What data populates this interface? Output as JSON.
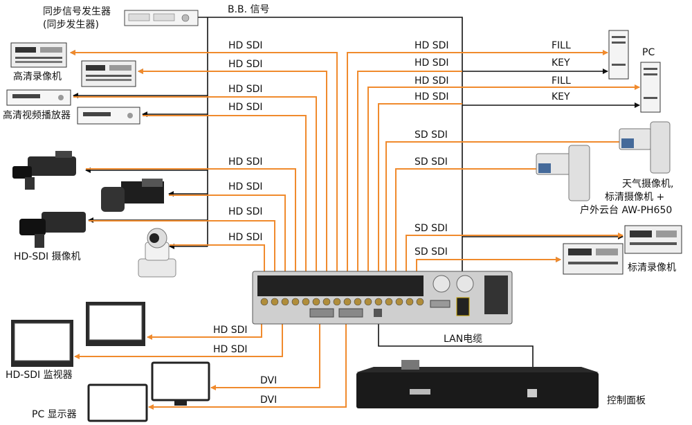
{
  "devices": {
    "sync_generator": {
      "line1": "同步信号发生器",
      "line2": "(同步发生器)"
    },
    "hd_recorder": "高清录像机",
    "hd_player": "高清视频播放器",
    "hd_sdi_camera": "HD-SDI 摄像机",
    "hd_sdi_monitor": "HD-SDI 监视器",
    "pc_display": "PC 显示器",
    "pc": "PC",
    "weather_camera": {
      "line1": "天气摄像机,",
      "line2": "标清摄像机 +",
      "line3": "户外云台 AW-PH650"
    },
    "sd_recorder": "标清录像机",
    "control_panel": "控制面板"
  },
  "signals": {
    "bb": "B.B. 信号",
    "hd_sdi": "HD SDI",
    "sd_sdi": "SD SDI",
    "dvi": "DVI",
    "lan": "LAN电缆",
    "fill": "FILL",
    "key": "KEY"
  },
  "colors": {
    "video_line": "#f08a2c",
    "ref_line": "#111111"
  }
}
